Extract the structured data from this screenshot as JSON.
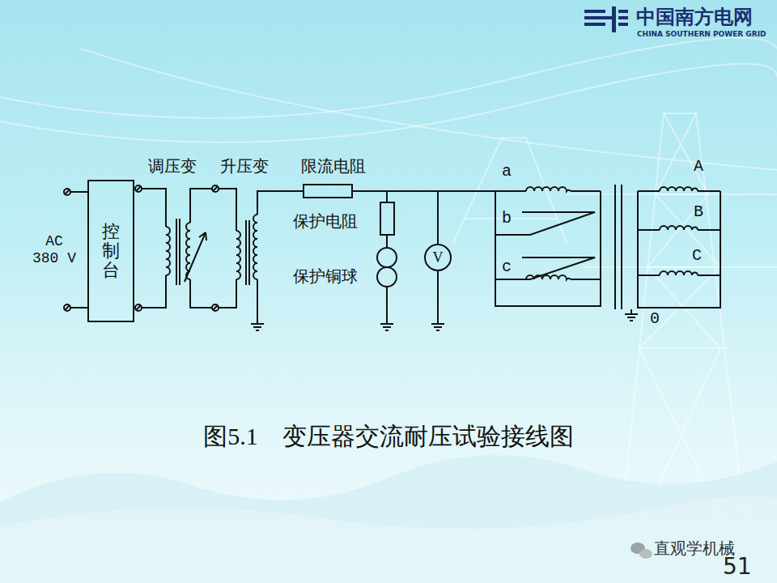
{
  "diagram": {
    "caption": "图5.1　变压器交流耐压试验接线图",
    "nodes": [
      {
        "text": [
          "控制台"
        ]
      },
      {
        "text": [
          "V"
        ]
      }
    ],
    "labels": [
      "中国南方电网",
      "CHINA SOUTHERN POWER GRID",
      "AC 380 V",
      "调压变",
      "升压变",
      "限流电阻",
      "保护电阻",
      "保护铜球",
      "a",
      "b",
      "c",
      "A",
      "B",
      "C",
      "0",
      "直观学机械",
      "51"
    ]
  }
}
